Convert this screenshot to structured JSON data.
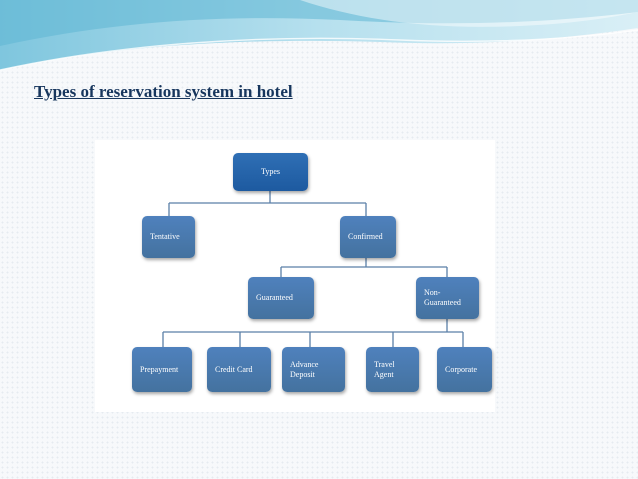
{
  "slide": {
    "title": "Types of reservation system in hotel"
  },
  "diagram": {
    "root": "Types",
    "level1": [
      "Tentative",
      "Confirmed"
    ],
    "level2": [
      "Guaranteed",
      "Non-\nGuaranteed"
    ],
    "level3": [
      "Prepayment",
      "Credit Card",
      "Advance\nDeposit",
      "Travel\nAgent",
      "Corporate"
    ],
    "colors": {
      "node": "#4f81bd",
      "root": "#1f5ea8",
      "connector": "#5b7fa8",
      "title": "#17365d"
    }
  }
}
